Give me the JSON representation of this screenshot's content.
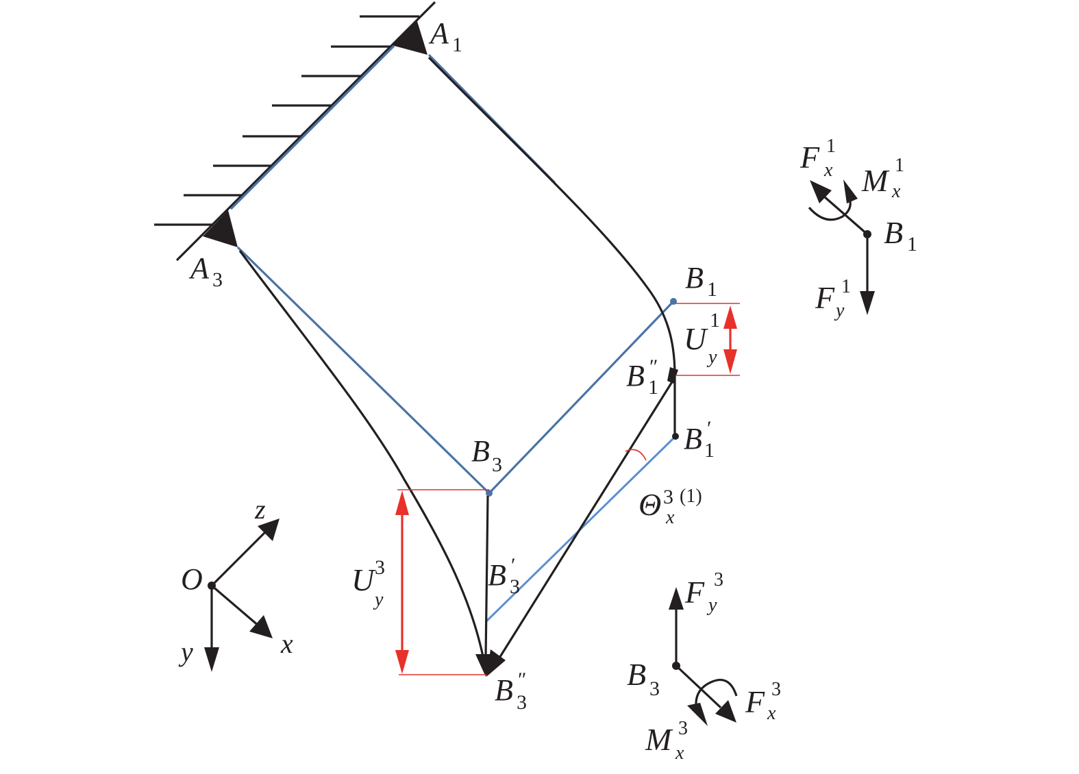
{
  "figure": {
    "description": "Deformation diagram of compliant mechanism limbs with fixed supports, nodal displacements, rotations and loads",
    "colors": {
      "deformed_line": "#231f20",
      "undeformed_line": "#4a73a6",
      "rotated_reference_line": "#5b8fd1",
      "dimension_line": "#e0312b"
    }
  },
  "labels": {
    "A1": {
      "main": "A",
      "sub": "1"
    },
    "A3": {
      "main": "A",
      "sub": "3"
    },
    "B1": {
      "main": "B",
      "sub": "1"
    },
    "B1_double_prime": {
      "main": "B",
      "sub": "1",
      "prime": "″"
    },
    "B1_prime": {
      "main": "B",
      "sub": "1",
      "prime": "′"
    },
    "B3": {
      "main": "B",
      "sub": "3"
    },
    "B3_prime": {
      "main": "B",
      "sub": "3",
      "prime": "′"
    },
    "B3_double_prime": {
      "main": "B",
      "sub": "3",
      "prime": "″"
    },
    "Uy1": {
      "main": "U",
      "sub": "y",
      "sup": "1"
    },
    "Uy3": {
      "main": "U",
      "sub": "y",
      "sup": "3"
    },
    "Theta": {
      "main": "Θ",
      "sub": "x",
      "sup": "3",
      "sup_extra": "(1)"
    }
  },
  "coordinate_system": {
    "origin": "O",
    "axes": [
      "x",
      "y",
      "z"
    ]
  },
  "load_diagram_1": {
    "node": {
      "main": "B",
      "sub": "1"
    },
    "Fx": {
      "main": "F",
      "sub": "x",
      "sup": "1"
    },
    "Mx": {
      "main": "M",
      "sub": "x",
      "sup": "1"
    },
    "Fy": {
      "main": "F",
      "sub": "y",
      "sup": "1"
    }
  },
  "load_diagram_3": {
    "node": {
      "main": "B",
      "sub": "3"
    },
    "Fy": {
      "main": "F",
      "sub": "y",
      "sup": "3"
    },
    "Fx": {
      "main": "F",
      "sub": "x",
      "sup": "3"
    },
    "Mx": {
      "main": "M",
      "sub": "x",
      "sup": "3"
    }
  }
}
